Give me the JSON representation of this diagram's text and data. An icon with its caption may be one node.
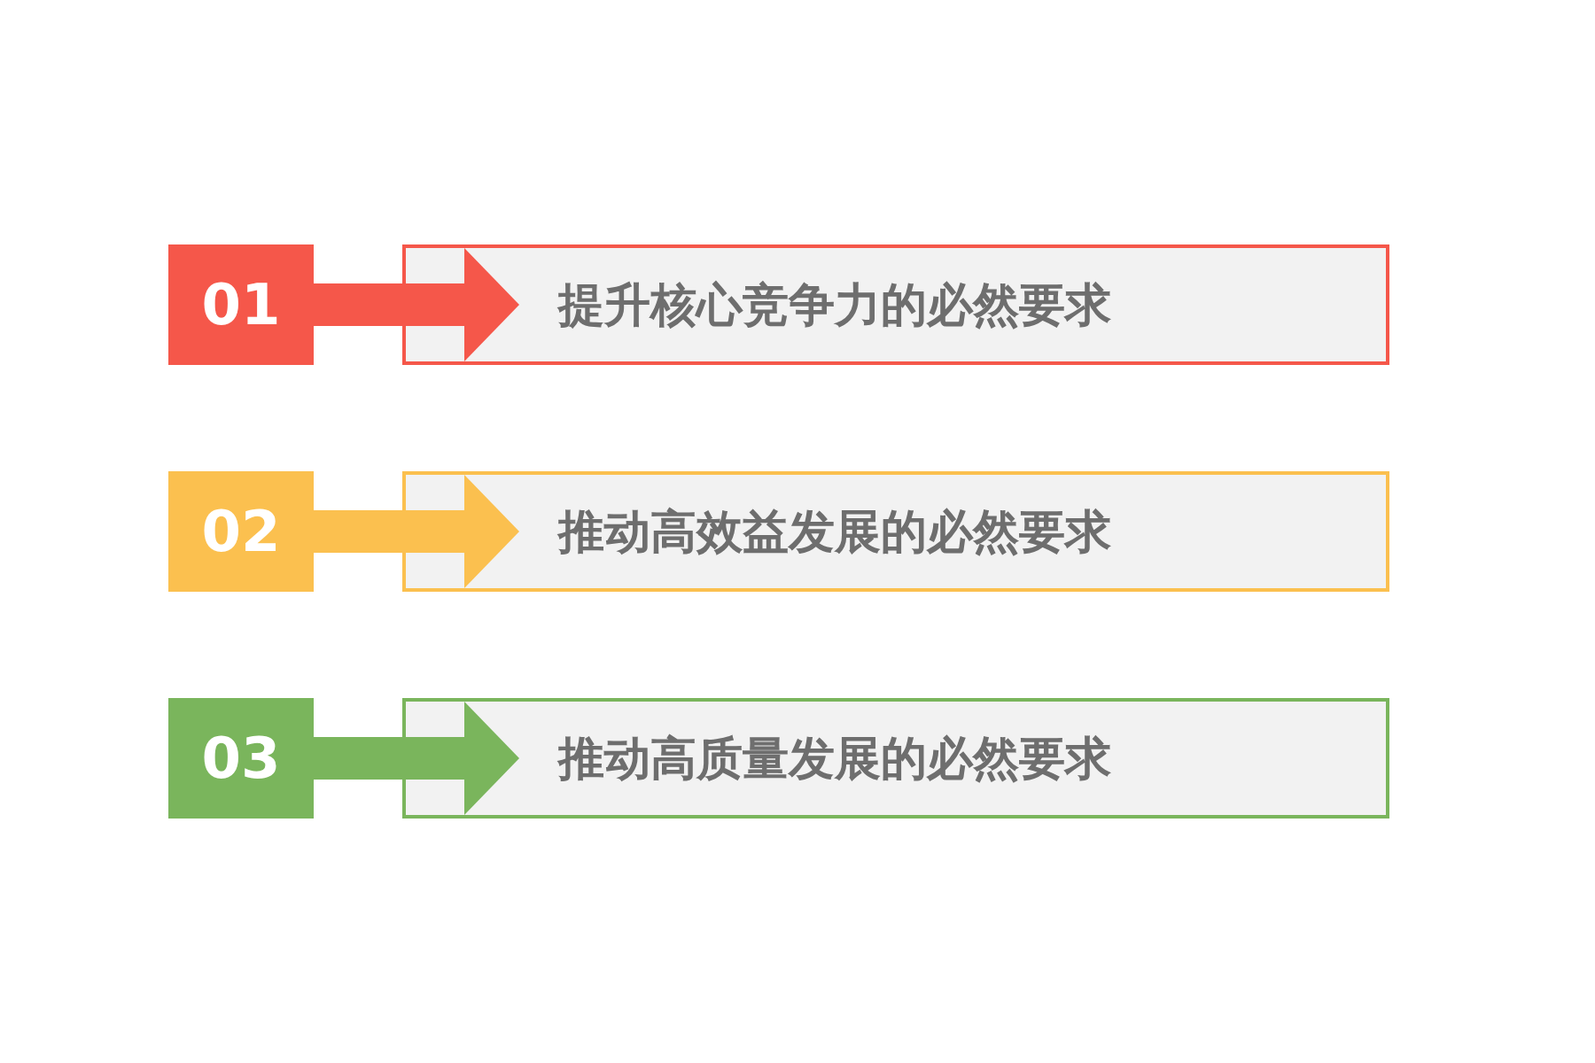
{
  "diagram": {
    "nodes": [
      {
        "text": [
          "01"
        ]
      },
      {
        "text": [
          "提升核心竞争力的必然要求"
        ]
      },
      {
        "text": [
          "02"
        ]
      },
      {
        "text": [
          "推动高效益发展的必然要求"
        ]
      },
      {
        "text": [
          "03"
        ]
      },
      {
        "text": [
          "推动高质量发展的必然要求"
        ]
      }
    ],
    "edges": [
      {
        "from": 0,
        "to": 1,
        "arrow": "to",
        "color": "#f5574a"
      },
      {
        "from": 2,
        "to": 3,
        "arrow": "to",
        "color": "#fbc04f"
      },
      {
        "from": 4,
        "to": 5,
        "arrow": "to",
        "color": "#7ab55c"
      }
    ]
  }
}
